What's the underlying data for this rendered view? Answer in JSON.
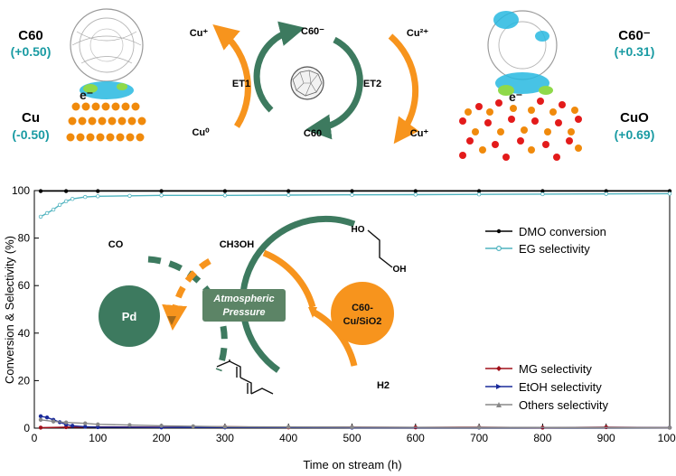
{
  "top_panel": {
    "left_cluster": {
      "molecule": "C60",
      "charge": "(+0.50)",
      "metal": "Cu",
      "metal_charge": "(-0.50)",
      "electron": "e⁻"
    },
    "right_cluster": {
      "molecule": "C60⁻",
      "charge": "(+0.31)",
      "metal": "CuO",
      "metal_charge": "(+0.69)",
      "electron": "e⁻"
    },
    "cycle": {
      "cu_plus_left": "Cu⁺",
      "cu0": "Cu⁰",
      "et1": "ET1",
      "c60_minus": "C60⁻",
      "c60": "C60",
      "et2": "ET2",
      "cu2plus": "Cu²⁺",
      "cu_plus_right": "Cu⁺"
    }
  },
  "inset": {
    "co": "CO",
    "ch3oh": "CH3OH",
    "pd": "Pd",
    "pressure_line1": "Atmospheric",
    "pressure_line2": "Pressure",
    "catalyst_line1": "C60-",
    "catalyst_line2": "Cu/SiO2",
    "h2": "H2",
    "ho": "HO",
    "oh": "OH"
  },
  "colors": {
    "orange": "#f7941d",
    "green": "#3d7a5f",
    "teal": "#1a9ba3",
    "dmo": "#000000",
    "eg": "#4fb3bf",
    "mg": "#a0101a",
    "etoh": "#1a2a9a",
    "others": "#888888"
  },
  "chart_data": {
    "type": "line",
    "xlabel": "Time on stream (h)",
    "ylabel": "Conversion & Selectivity (%)",
    "xlim": [
      0,
      1000
    ],
    "ylim": [
      0,
      100
    ],
    "xticks": [
      0,
      100,
      200,
      300,
      400,
      500,
      600,
      700,
      800,
      900,
      1000
    ],
    "yticks": [
      0,
      20,
      40,
      60,
      80,
      100
    ],
    "legend_top": [
      "DMO conversion",
      "EG selectivity"
    ],
    "legend_bottom": [
      "MG selectivity",
      "EtOH selectivity",
      "Others selectivity"
    ],
    "series": [
      {
        "name": "DMO conversion",
        "x": [
          10,
          50,
          100,
          200,
          300,
          400,
          500,
          600,
          700,
          800,
          900,
          1000
        ],
        "values": [
          99.8,
          99.8,
          99.8,
          99.8,
          99.8,
          99.8,
          99.8,
          99.8,
          99.8,
          99.8,
          99.8,
          99.8
        ]
      },
      {
        "name": "EG selectivity",
        "x": [
          10,
          20,
          30,
          40,
          50,
          60,
          80,
          100,
          150,
          200,
          300,
          400,
          500,
          600,
          700,
          800,
          900,
          1000
        ],
        "values": [
          89,
          90.5,
          92,
          94,
          95.5,
          96.5,
          97.3,
          97.6,
          97.8,
          98,
          98,
          98.1,
          98.2,
          98.3,
          98.4,
          98.5,
          98.6,
          98.7
        ]
      },
      {
        "name": "MG selectivity",
        "x": [
          10,
          50,
          100,
          200,
          300,
          400,
          500,
          600,
          700,
          800,
          900,
          1000
        ],
        "values": [
          0.2,
          0.4,
          0.5,
          0.4,
          0.6,
          0.3,
          0.4,
          0.3,
          0.4,
          0.2,
          0.4,
          0.2
        ]
      },
      {
        "name": "EtOH selectivity",
        "x": [
          10,
          20,
          30,
          40,
          50,
          60,
          80,
          100,
          200,
          300,
          500,
          700,
          1000
        ],
        "values": [
          5,
          4.5,
          3.5,
          2.5,
          1.5,
          1,
          0.6,
          0.4,
          0.3,
          0.3,
          0.2,
          0.2,
          0.2
        ]
      },
      {
        "name": "Others selectivity",
        "x": [
          10,
          30,
          50,
          80,
          100,
          150,
          200,
          250,
          300,
          400,
          500,
          700,
          1000
        ],
        "values": [
          3.5,
          2.8,
          2.4,
          2,
          1.6,
          1.3,
          1,
          0.8,
          0.6,
          0.5,
          0.4,
          0.3,
          0.2
        ]
      }
    ]
  }
}
